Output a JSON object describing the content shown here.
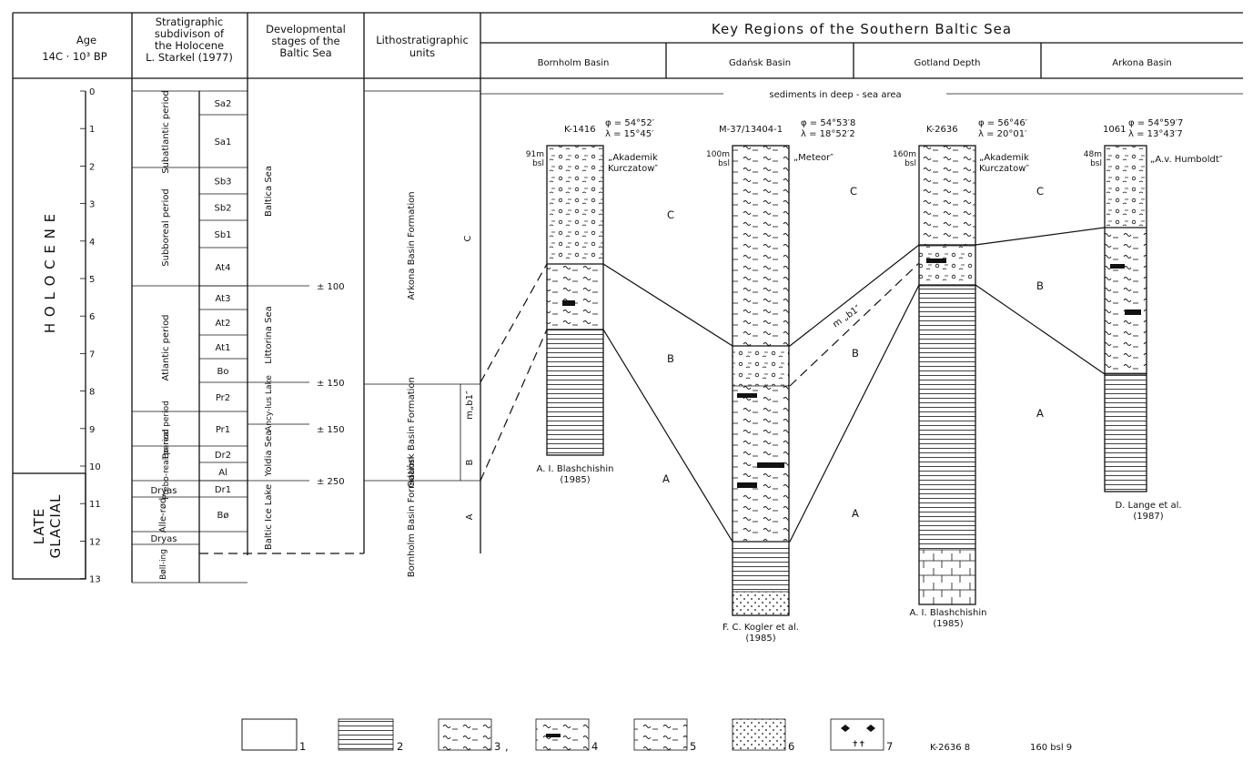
{
  "header": {
    "age": [
      "Age",
      "14C · 10³ BP"
    ],
    "strat": [
      "Stratigraphic",
      "subdivison of",
      "the Holocene",
      "L. Starkel (1977)"
    ],
    "dev": [
      "Developmental",
      "stages of the",
      "Baltic Sea"
    ],
    "litho": [
      "Lithostratigraphic",
      "units"
    ],
    "key_regions": "Key Regions of the Southern Baltic Sea",
    "regions": [
      "Bornholm Basin",
      "Gdańsk Basin",
      "Gotland Depth",
      "Arkona Basin"
    ],
    "sediments_note": "sediments in deep - sea area"
  },
  "epochs": {
    "holocene": "H O L O C E N E",
    "late_glacial": [
      "LATE",
      "GLACIAL"
    ]
  },
  "age_ticks": [
    "0",
    "1",
    "2",
    "3",
    "4",
    "5",
    "6",
    "7",
    "8",
    "9",
    "10",
    "11",
    "12",
    "13"
  ],
  "periods": [
    "Subatlantic period",
    "Subboreal period",
    "Atlantic period",
    "Bo-real period",
    "Prebo-real period"
  ],
  "late_periods": [
    "Dryas",
    "Alle-rød",
    "Dryas",
    "Bøll-ing"
  ],
  "subperiods": [
    "Sa2",
    "Sa1",
    "Sb3",
    "Sb2",
    "Sb1",
    "At4",
    "At3",
    "At2",
    "At1",
    "Bo",
    "Pr2",
    "Pr1",
    "Dr2",
    "Al",
    "Dr1",
    "Bø"
  ],
  "stages": [
    {
      "name": "Baltica Sea"
    },
    {
      "name": "Littorina Sea"
    },
    {
      "name": "Ancy-lus Lake"
    },
    {
      "name": "Yoldia Sea"
    },
    {
      "name": "Baltic Ice Lake"
    }
  ],
  "stage_ages": [
    "± 100",
    "± 150",
    "± 150",
    "± 250"
  ],
  "formations": [
    {
      "name": "Arkona Basin Formation",
      "letter": "C"
    },
    {
      "name": "Gdańsk Basin Formation",
      "letter": "B",
      "sub": "m„b1″"
    },
    {
      "name": "Bornholm Basin Formation",
      "letter": "A"
    }
  ],
  "cores": [
    {
      "id": "K-1416",
      "phi": "φ = 54°52′",
      "lam": "λ = 15°45′",
      "depth": [
        "91m",
        "bsl"
      ],
      "ship": [
        "„Akademik",
        "Kurczatow″"
      ],
      "ref": [
        "A. I. Blashchishin",
        "(1985)"
      ]
    },
    {
      "id": "M-37/13404-1",
      "phi": "φ = 54°53′8",
      "lam": "λ = 18°52′2",
      "depth": [
        "100m",
        "bsl"
      ],
      "ship": [
        "„Meteor″"
      ],
      "ref": [
        "F. C. Kogler et al.",
        "(1985)"
      ]
    },
    {
      "id": "K-2636",
      "phi": "φ = 56°46′",
      "lam": "λ = 20°01′",
      "depth": [
        "160m",
        "bsl"
      ],
      "ship": [
        "„Akademik",
        "Kurczatow″"
      ],
      "ref": [
        "A. I. Blashchishin",
        "(1985)"
      ]
    },
    {
      "id": "1061",
      "phi": "φ = 54°59′7",
      "lam": "λ = 13°43′7",
      "depth": [
        "48m",
        "bsl"
      ],
      "ship": [
        "„A.v. Humboldt″"
      ],
      "ref": [
        "D. Lange et al.",
        "(1987)"
      ]
    }
  ],
  "unit_labels": [
    "C",
    "B",
    "A",
    "C",
    "B",
    "A",
    "C",
    "B",
    "A",
    "C",
    "B",
    "A"
  ],
  "mb1_label": "m „b1″",
  "legend": [
    "1",
    "2",
    "3",
    "4",
    "5",
    "6",
    "7",
    "K-2636  8",
    "160 bsl  9"
  ],
  "legend_sep": ","
}
